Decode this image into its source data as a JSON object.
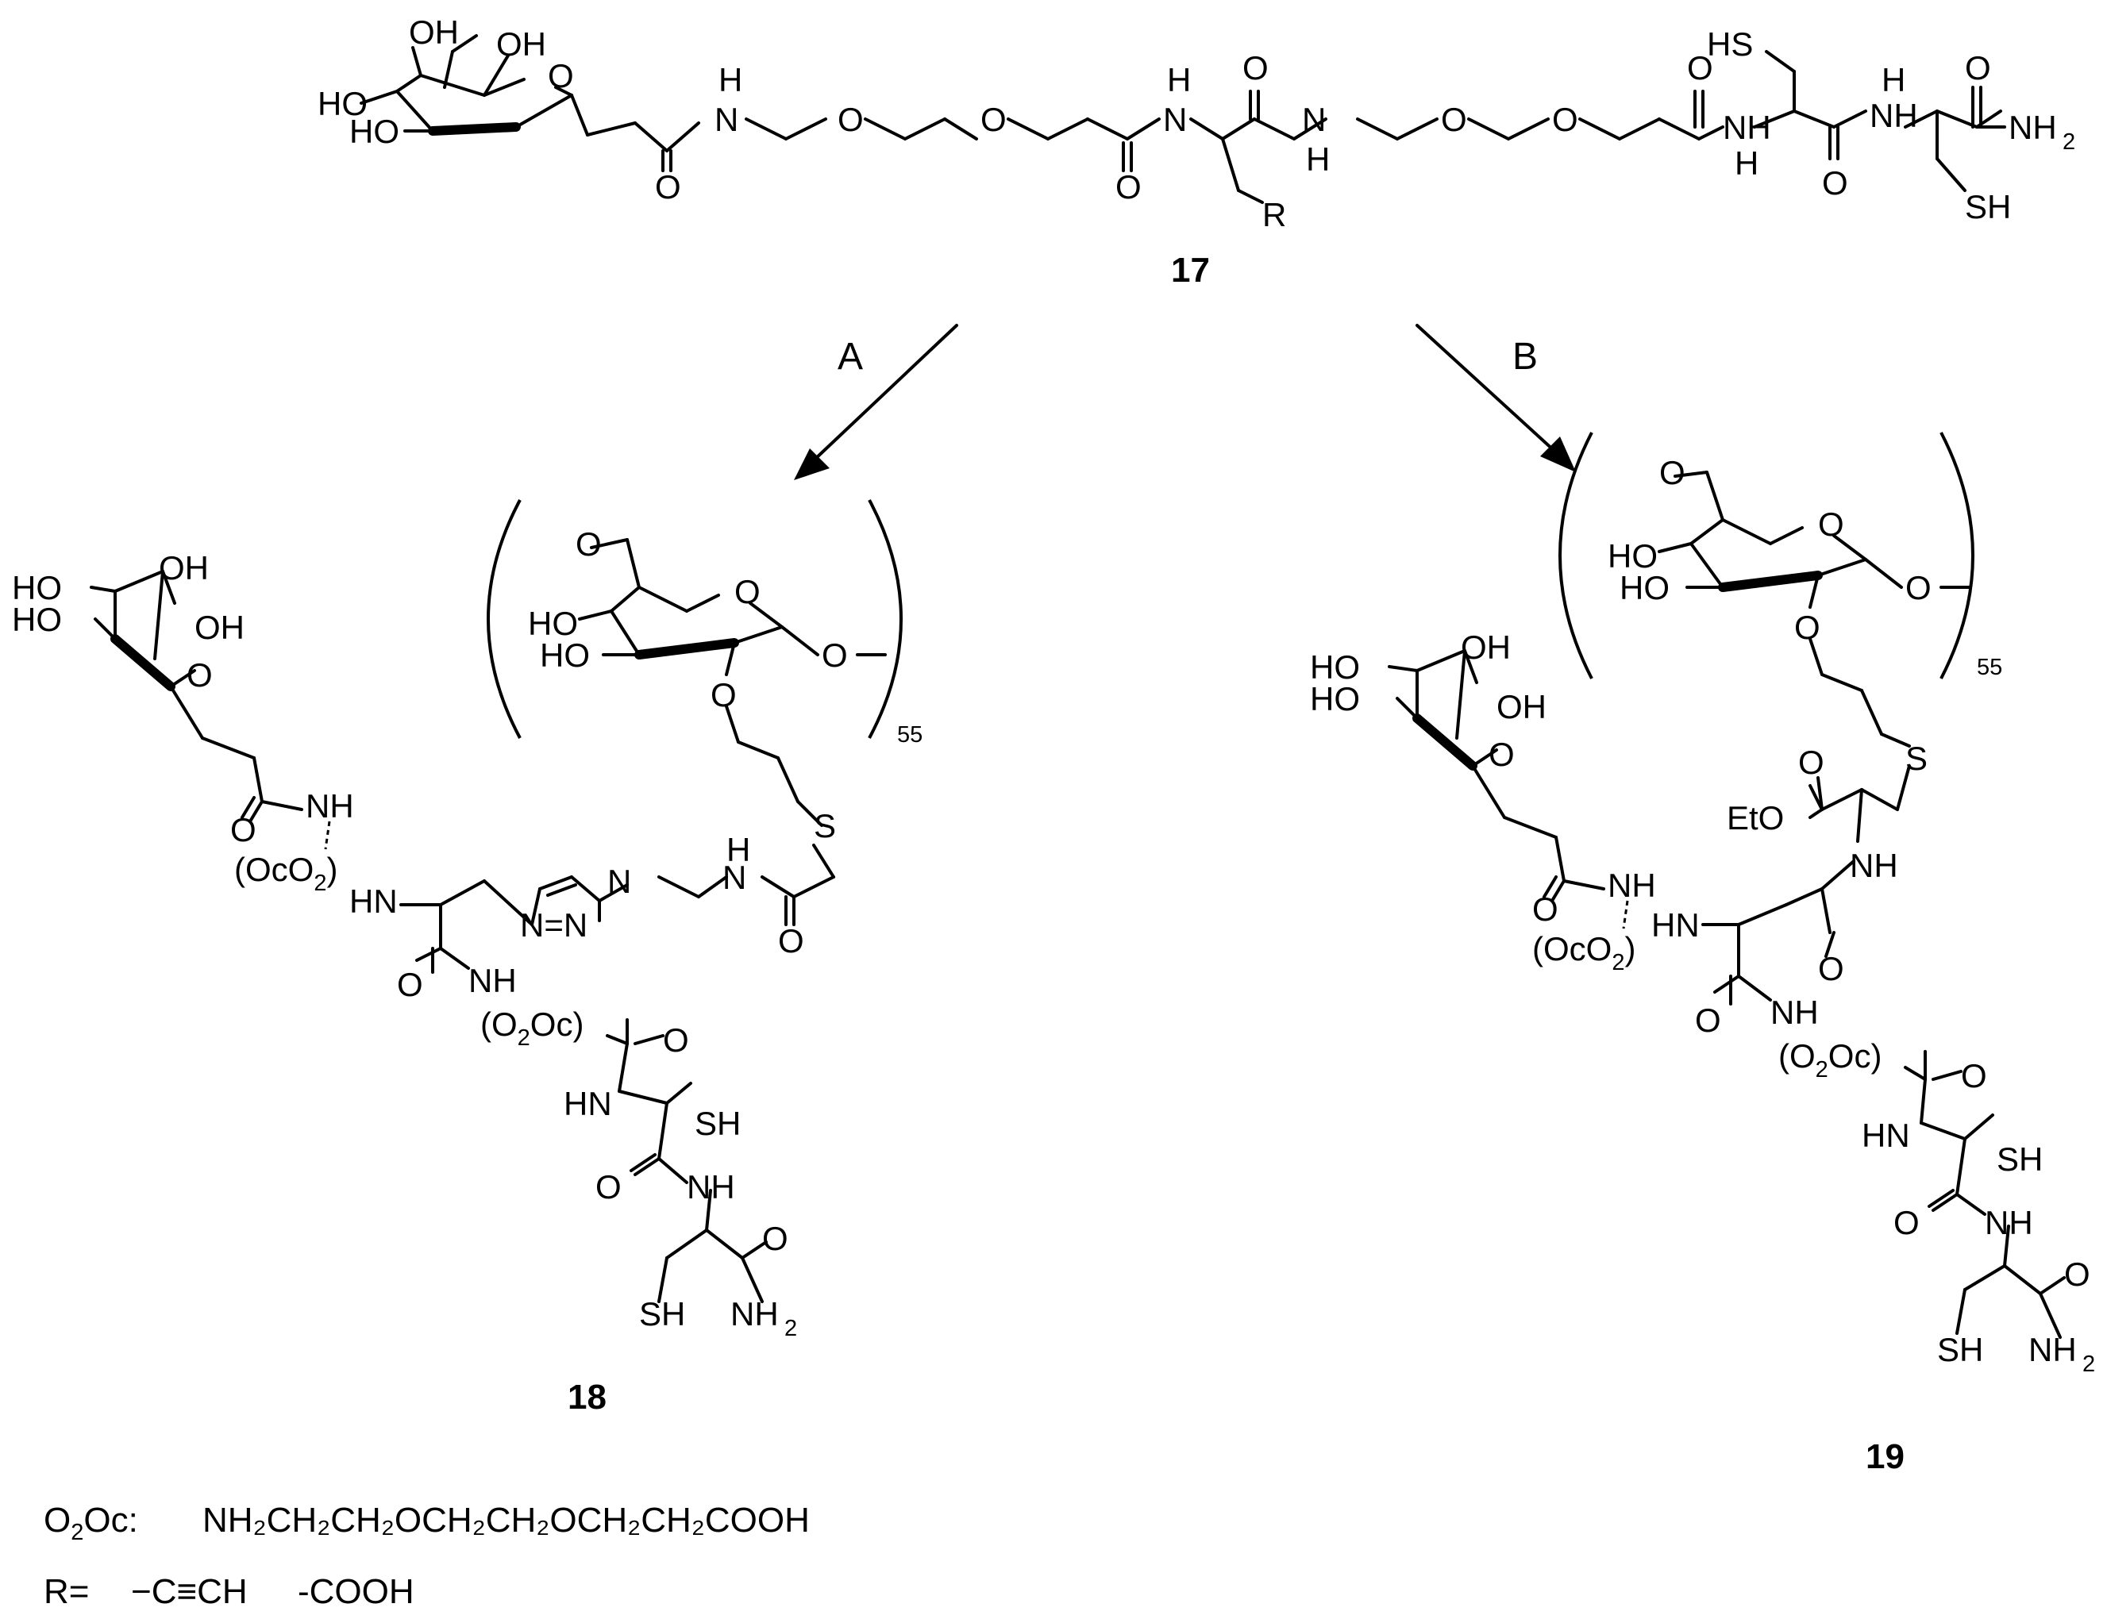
{
  "scheme": {
    "compounds": {
      "c17": "17",
      "c18": "18",
      "c19": "19"
    },
    "arrows": {
      "a": "A",
      "b": "B"
    },
    "atoms": {
      "oh": "OH",
      "ho": "HO",
      "o": "O",
      "h": "H",
      "n": "N",
      "nh": "NH",
      "hn": "HN",
      "r": "R",
      "s": "S",
      "sh": "SH",
      "hs": "HS",
      "nh2_main": "NH",
      "nh2_sub": "2",
      "eto": "EtO",
      "me_o": "O",
      "n_eq_n": "N=N",
      "n_ring": "N"
    },
    "repeat_subscript": "55",
    "linkers": {
      "oco2_a": "(OcO",
      "oco2_sub": "2",
      "oco2_close": ")",
      "o2oc_open": "(O",
      "o2oc_sub": "2",
      "o2oc_rest": "Oc)"
    },
    "legend": {
      "o2oc_def_label_a": "O",
      "o2oc_def_label_sub": "2",
      "o2oc_def_label_b": "Oc:",
      "o2oc_def_formula": "NH₂CH₂CH₂OCH₂CH₂OCH₂CH₂COOH",
      "r_label": "R=",
      "r_alkyne": "−C≡CH",
      "r_acid": "-COOH"
    }
  }
}
